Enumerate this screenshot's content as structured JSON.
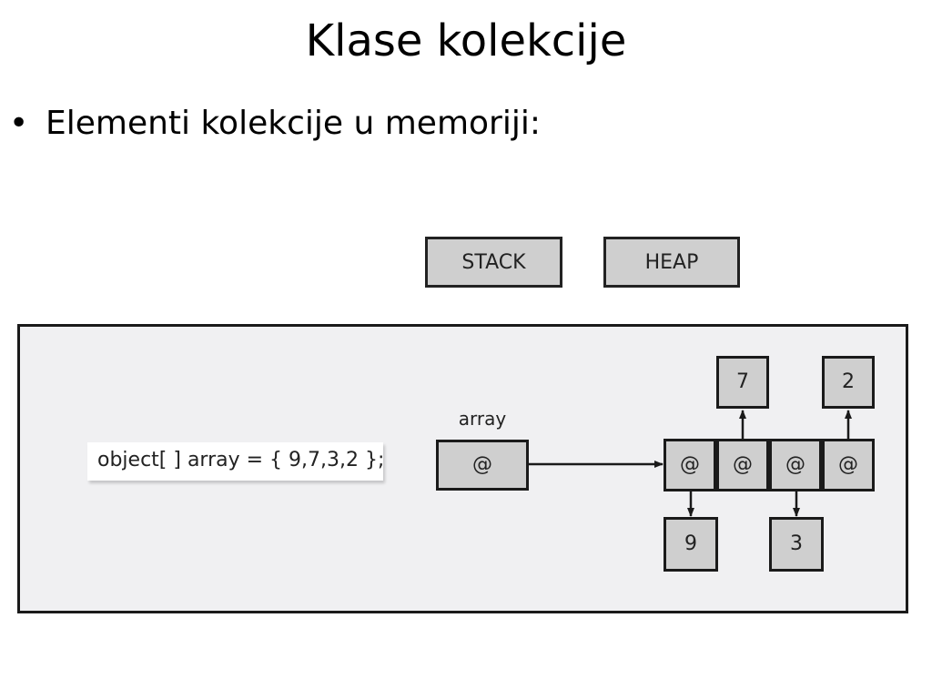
{
  "slide": {
    "title": "Klase kolekcije",
    "bullet": "Elementi kolekcije u memoriji:"
  },
  "diagram": {
    "legend": {
      "stack": "STACK",
      "heap": "HEAP"
    },
    "code": "object[ ] array = { 9,7,3,2 };",
    "variable": {
      "name": "array",
      "value": "@"
    },
    "heap_array": [
      "@",
      "@",
      "@",
      "@"
    ],
    "boxed_values": [
      "9",
      "7",
      "3",
      "2"
    ]
  }
}
